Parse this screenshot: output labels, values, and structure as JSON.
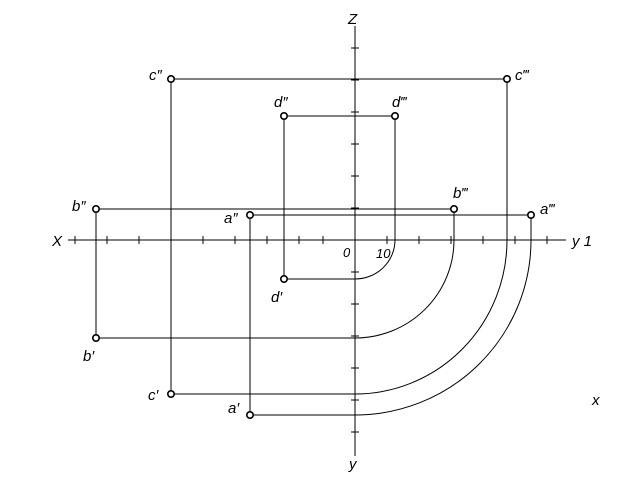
{
  "axes": {
    "x_label": "X",
    "y1_label": "y 1",
    "z_label": "Z",
    "y_label": "y",
    "origin_label": "0",
    "scale_label": "10",
    "stray_label": "x"
  },
  "points": {
    "a_front": "a″",
    "a_top": "a′",
    "a_side": "a‴",
    "b_front": "b″",
    "b_top": "b′",
    "b_side": "b‴",
    "c_front": "c″",
    "c_top": "c′",
    "c_side": "c‴",
    "d_front": "d″",
    "d_top": "d′",
    "d_side": "d‴"
  },
  "colors": {
    "ink": "#000000",
    "background": "#ffffff"
  }
}
